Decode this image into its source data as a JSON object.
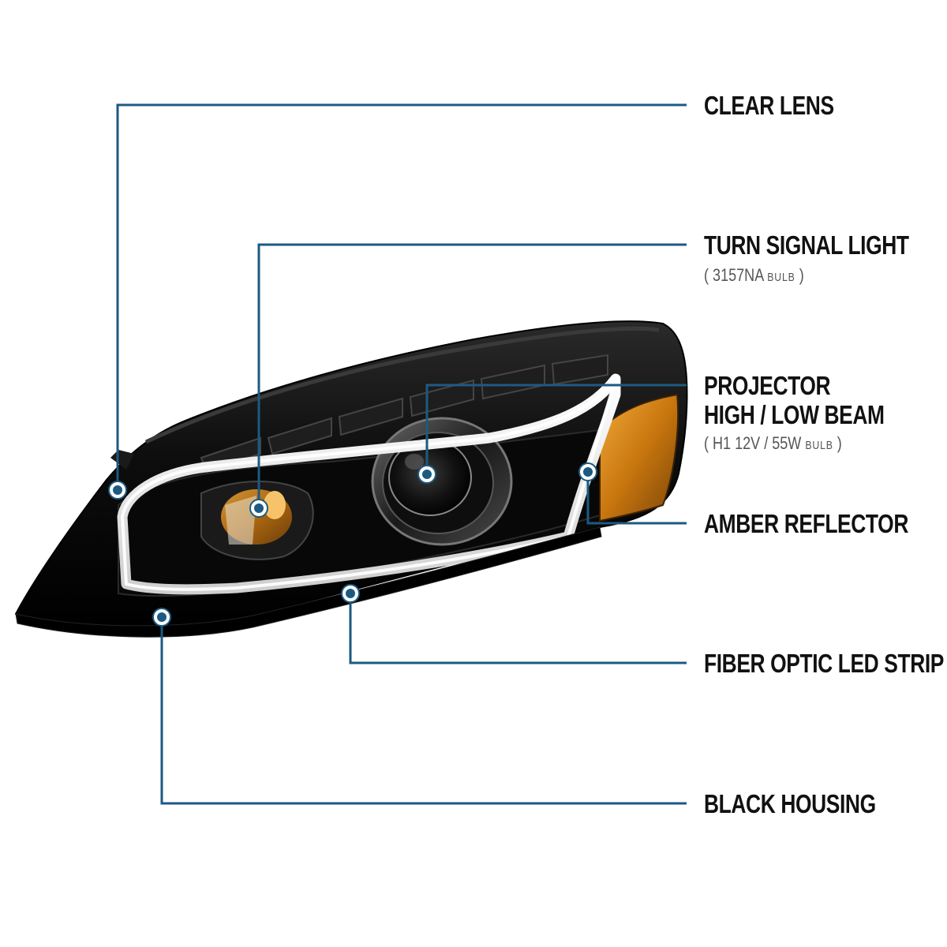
{
  "callouts": {
    "clear_lens": {
      "title": "CLEAR LENS"
    },
    "turn_signal": {
      "title": "TURN SIGNAL LIGHT",
      "spec_open": "(",
      "spec_value": "3157NA",
      "spec_unit": "BULB",
      "spec_close": ")"
    },
    "projector": {
      "title_line1": "PROJECTOR",
      "title_line2": "HIGH / LOW BEAM",
      "spec_open": "(",
      "spec_value": "H1  12V / 55W",
      "spec_unit": "BULB",
      "spec_close": ")"
    },
    "amber_reflector": {
      "title": "AMBER REFLECTOR"
    },
    "fiber_optic": {
      "title": "FIBER OPTIC LED STRIP"
    },
    "black_housing": {
      "title": "BLACK HOUSING"
    }
  },
  "colors": {
    "callout_line": "#1c5a82",
    "housing": "#0b0b0b",
    "led_strip": "#f2f2f2",
    "amber": "#d98a12"
  }
}
